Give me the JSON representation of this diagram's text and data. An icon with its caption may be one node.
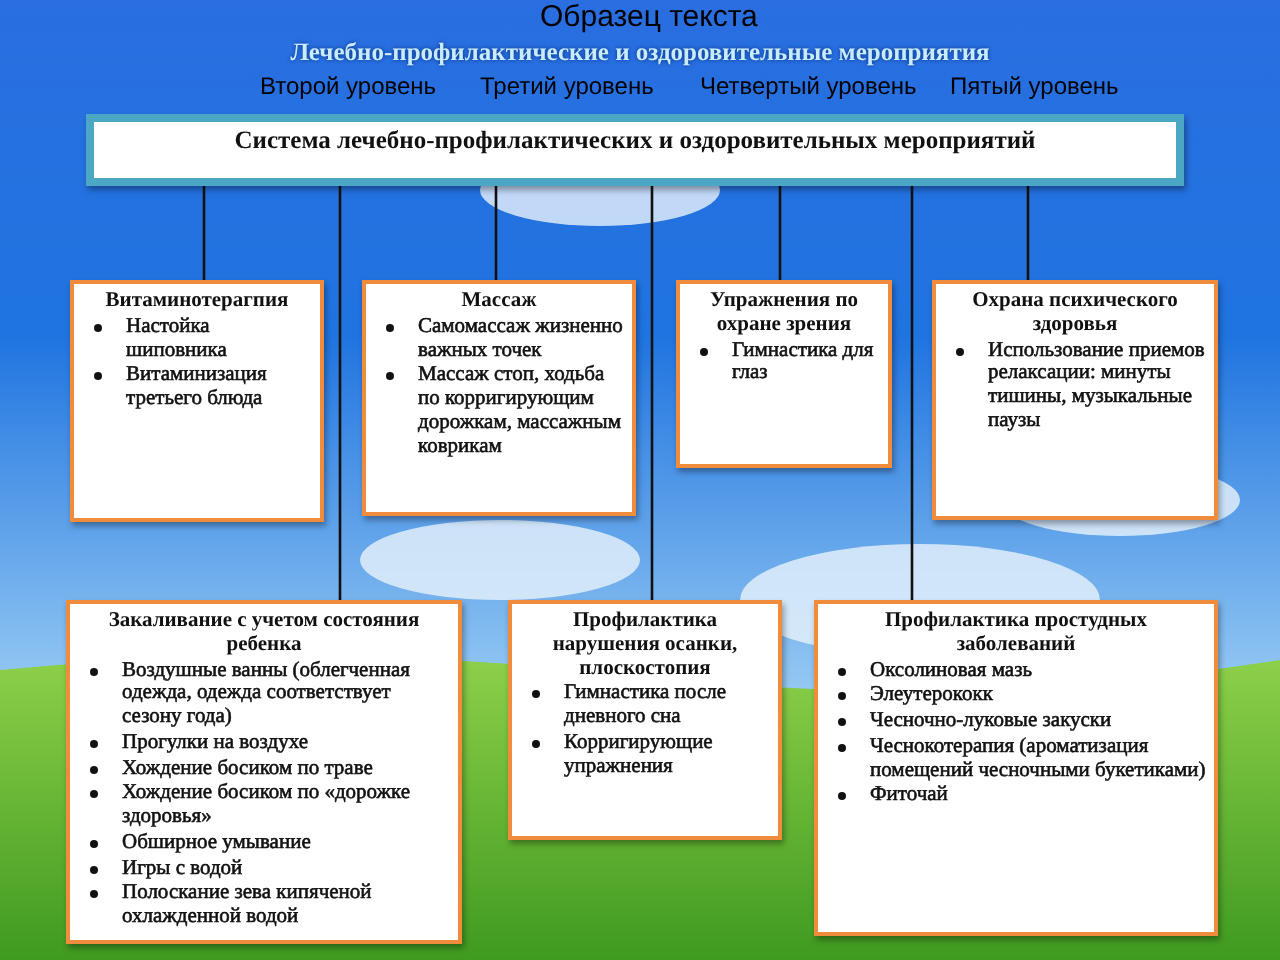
{
  "diagram": {
    "title": "Лечебно-профилактические и оздоровительные мероприятия",
    "nodes": [
      {
        "text": [
          "Система лечебно-профилактических и оздоровительных мероприятий"
        ]
      },
      {
        "text": [
          "Витаминотерагпия",
          "Настойка шиповника",
          "Витаминизация третьего блюда"
        ]
      },
      {
        "text": [
          "Массаж",
          "Самомассаж жизненно важных точек",
          "Массаж стоп, ходьба по корригирующим дорожкам, массажным коврикам"
        ]
      },
      {
        "text": [
          "Упражнения по охране зрения",
          "Гимнастика для глаз"
        ]
      },
      {
        "text": [
          "Охрана психического здоровья",
          "Использование приемов релаксации: минуты тишины, музыкальные паузы"
        ]
      },
      {
        "text": [
          "Закаливание с учетом состояния ребенка",
          "Воздушные ванны (облегченная одежда, одежда соответствует сезону года)",
          "Прогулки на воздухе",
          "Хождение босиком по траве",
          "Хождение босиком по «дорожке здоровья»",
          "Обширное умывание",
          "Игры с водой",
          "Полоскание зева кипяченой охлажденной водой"
        ]
      },
      {
        "text": [
          "Профилактика нарушения осанки, плоскостопия",
          "Гимнастика после дневного сна",
          "Корригирующие упражнения"
        ]
      },
      {
        "text": [
          "Профилактика простудных заболеваний",
          "Оксолиновая мазь",
          "Элеутерококк",
          "Чесночно-луковые закуски",
          "Чеснокотерапия (ароматизация помещений чесночными букетиками)",
          "Фиточай"
        ]
      }
    ],
    "edges": [
      {
        "from": 0,
        "to": 1,
        "arrow": "none"
      },
      {
        "from": 0,
        "to": 5,
        "arrow": "none"
      },
      {
        "from": 0,
        "to": 2,
        "arrow": "none"
      },
      {
        "from": 0,
        "to": 6,
        "arrow": "none"
      },
      {
        "from": 0,
        "to": 3,
        "arrow": "none"
      },
      {
        "from": 0,
        "to": 7,
        "arrow": "none"
      },
      {
        "from": 0,
        "to": 4,
        "arrow": "none"
      }
    ],
    "labels": [
      "Образец текста",
      "Второй уровень",
      "Третий уровень",
      "Четвертый уровень",
      "Пятый уровень"
    ]
  }
}
